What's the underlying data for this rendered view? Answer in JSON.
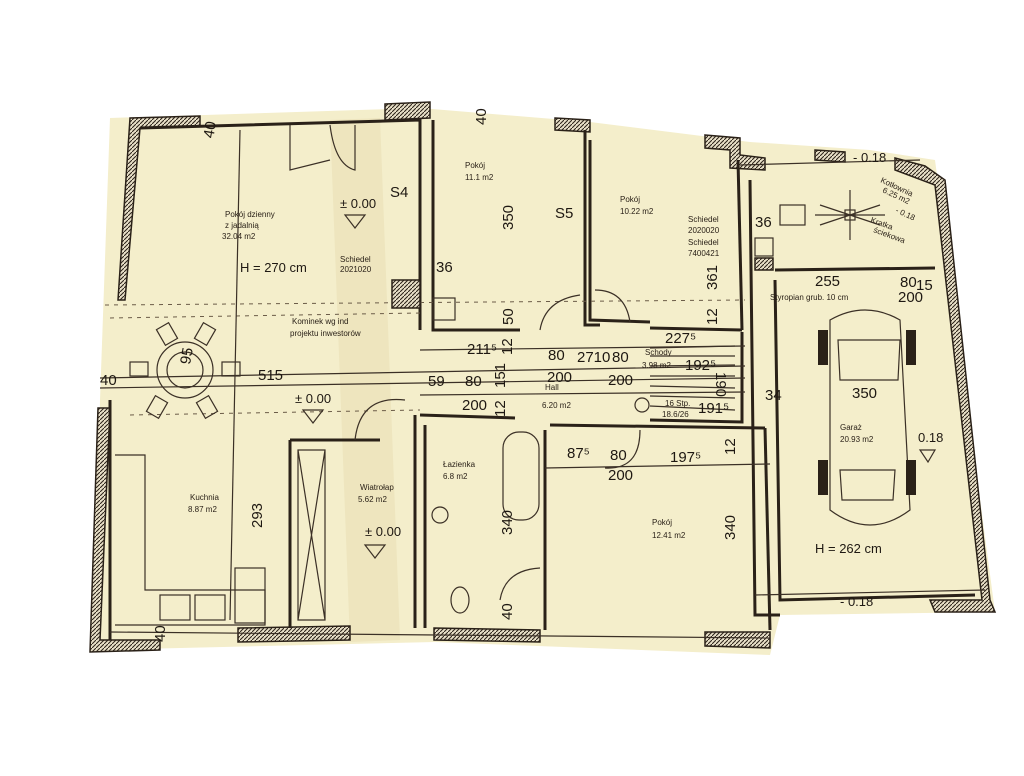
{
  "rooms": {
    "living": {
      "name": "Pokój dzienny",
      "name2": "z jadalnią",
      "area": "32.04 m2",
      "height": "H = 270 cm",
      "level": "± 0.00"
    },
    "kitchen": {
      "name": "Kuchnia",
      "area": "8.87 m2"
    },
    "vestibule": {
      "name": "Wiatrołap",
      "area": "5.62 m2",
      "level": "± 0.00"
    },
    "room1": {
      "name": "Pokój",
      "area": "11.1 m2"
    },
    "room2": {
      "name": "Pokój",
      "area": "10.22 m2"
    },
    "hall": {
      "name": "Hall",
      "area": "6.20 m2",
      "level": "± 0.00"
    },
    "stairs": {
      "name": "Schody",
      "area": "3.98 m2",
      "steps": "16 Stp.",
      "ratio": "18.6/26"
    },
    "bathroom": {
      "name": "Łazienka",
      "area": "6.8 m2"
    },
    "room3": {
      "name": "Pokój",
      "area": "12.41 m2"
    },
    "boiler": {
      "name": "Kotłownia",
      "area": "6.25 m2",
      "level": "- 0.18",
      "grate": "Kratka",
      "grate2": "ściekowa"
    },
    "garage": {
      "name": "Garaż",
      "area": "20.93 m2",
      "height": "H = 262 cm",
      "level": "0.18",
      "insulation": "Styropian grub. 10 cm"
    }
  },
  "annotations": {
    "s4": "S4",
    "s5": "S5",
    "chimney1": "Schiedel",
    "chimney1_code": "2021020",
    "fireplace": "Kominek wg ind",
    "fireplace2": "projektu inwestorów",
    "chimney2": "Schiedel",
    "chimney2_code": "2020020",
    "chimney3": "Schiedel",
    "chimney3_code": "7400421",
    "garage_top_level": "- 0.18",
    "garage_bottom_level": "- 0.18"
  },
  "dimensions": [
    "40",
    "515",
    "40",
    "293",
    "40",
    "36",
    "350",
    "50",
    "211⁵",
    "12",
    "80",
    "2710",
    "80",
    "227⁵",
    "192⁵",
    "190",
    "191⁵",
    "200",
    "200",
    "59",
    "80",
    "200",
    "151",
    "12",
    "87⁵",
    "80",
    "200",
    "197⁵",
    "12",
    "340",
    "40",
    "340",
    "361",
    "12",
    "36",
    "255",
    "80",
    "15",
    "200",
    "34",
    "350",
    "95",
    "40"
  ]
}
